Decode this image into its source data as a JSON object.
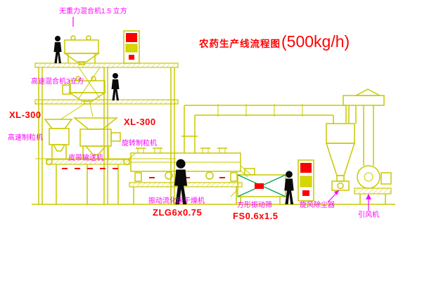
{
  "title": {
    "main": "农药生产线流程图",
    "capacity": "(500kg/h)"
  },
  "labels": {
    "mixer_top": "无重力混合机1.5 立方",
    "mixer_mid": "高速混合机3立方",
    "granulator_left_model": "XL-300",
    "granulator_left_name": "高速制粒机",
    "granulator_mid_model": "XL-300",
    "granulator_mid_name": "旋转制粒机",
    "belt_conveyor": "皮带输送机",
    "dryer_name": "振动流化床干燥机",
    "dryer_model": "ZLG6x0.75",
    "sieve_name": "方形振动筛",
    "sieve_model": "FS0.6x1.5",
    "cyclone_name": "旋风除尘器",
    "fan_name": "引风机"
  },
  "colors": {
    "background": "#ffffff",
    "drawing_line": "#c9c900",
    "green_accent": "#00a050",
    "label_text": "#ff00ff",
    "model_text": "#ff0000",
    "title_text": "#ff0000",
    "figure": "#0a0a0a"
  }
}
